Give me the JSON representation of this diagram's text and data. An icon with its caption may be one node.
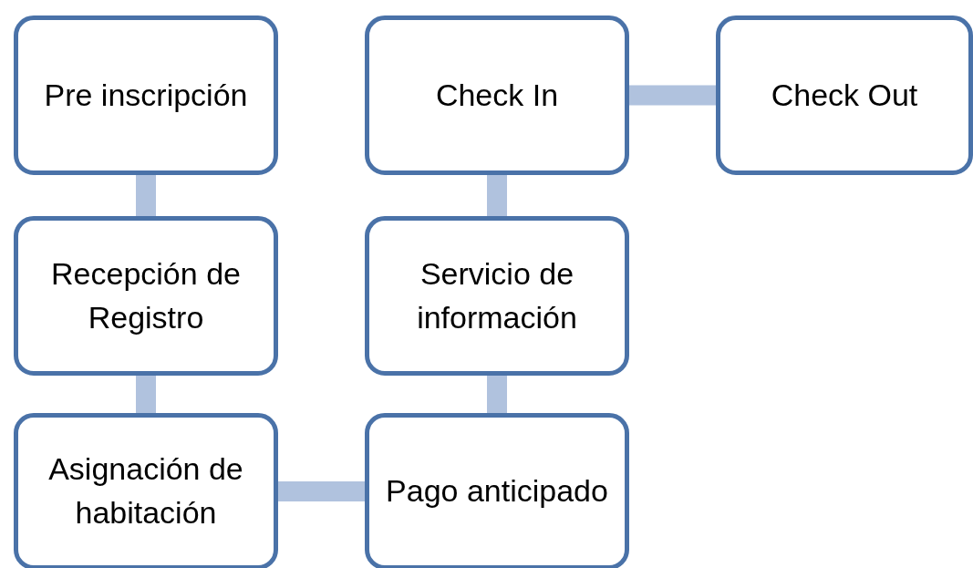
{
  "diagram": {
    "nodes": [
      {
        "text": [
          "Pre inscripción"
        ]
      },
      {
        "text": [
          "Recepción de Registro"
        ]
      },
      {
        "text": [
          "Asignación de habitación"
        ]
      },
      {
        "text": [
          "Pago anticipado"
        ]
      },
      {
        "text": [
          "Servicio de información"
        ]
      },
      {
        "text": [
          "Check In"
        ]
      },
      {
        "text": [
          "Check Out"
        ]
      }
    ],
    "edges": [
      {
        "from": 0,
        "to": 1,
        "arrow": "none"
      },
      {
        "from": 1,
        "to": 2,
        "arrow": "none"
      },
      {
        "from": 2,
        "to": 3,
        "arrow": "none"
      },
      {
        "from": 3,
        "to": 4,
        "arrow": "none"
      },
      {
        "from": 4,
        "to": 5,
        "arrow": "none"
      },
      {
        "from": 5,
        "to": 6,
        "arrow": "none"
      }
    ]
  }
}
